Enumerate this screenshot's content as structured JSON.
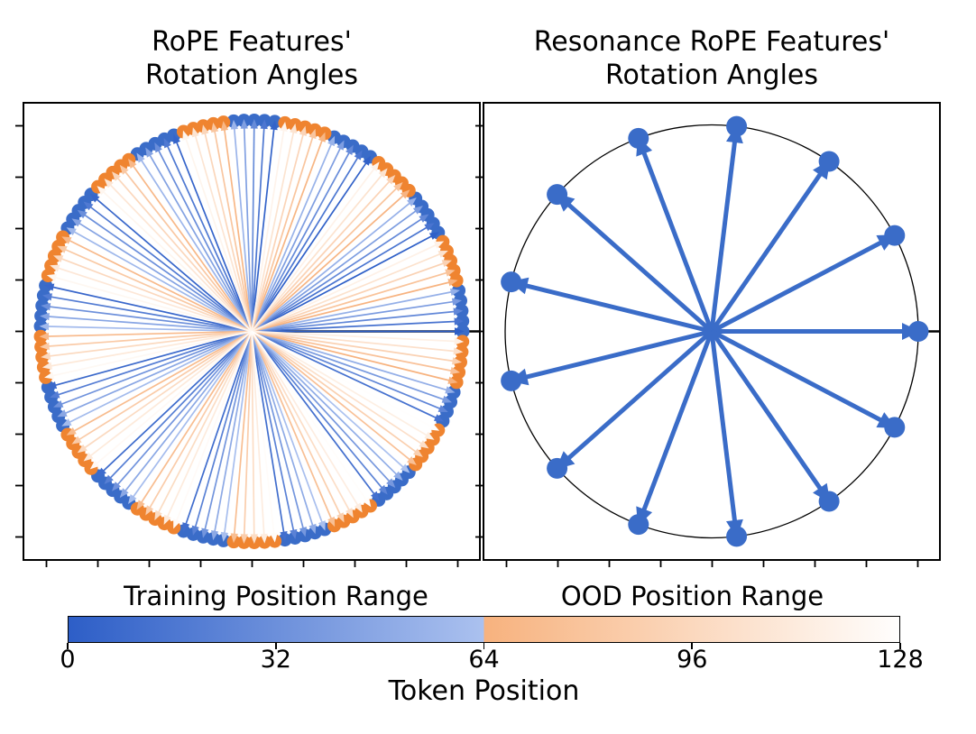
{
  "chart_data": [
    {
      "type": "quiver-circle",
      "panel": "rope",
      "title": "RoPE Features'\nRotation Angles",
      "n_positions": 129,
      "position_min": 0,
      "position_max": 128,
      "training_range": [
        0,
        64
      ],
      "ood_range": [
        64,
        128
      ],
      "angle_step_deg": 27.907,
      "wavelength_tokens": 12.9,
      "reference_angle_deg": 0,
      "axis_tick_labels": "none"
    },
    {
      "type": "quiver-circle",
      "panel": "resonance",
      "title": "Resonance RoPE Features'\nRotation Angles",
      "n_positions": 129,
      "position_min": 0,
      "position_max": 128,
      "wavelength_tokens": 13,
      "angles_deg": [
        0,
        27.69,
        55.38,
        83.08,
        110.77,
        138.46,
        166.15,
        193.85,
        221.54,
        249.23,
        276.92,
        304.62,
        332.31
      ],
      "reference_angle_deg": 0,
      "axis_tick_labels": "none"
    },
    {
      "type": "colorbar",
      "title_training": "Training Position Range",
      "title_ood": "OOD Position Range",
      "xlabel": "Token Position",
      "tick_labels": [
        0,
        32,
        64,
        96,
        128
      ],
      "range": [
        0,
        128
      ],
      "boundary": 64
    }
  ],
  "colors": {
    "training_dot_blue": "#3a6cc8",
    "ood_dot_orange": "#ef8430",
    "train_cmap_start": "#2d5ec7",
    "train_cmap_end": "#abc1ef",
    "ood_cmap_start": "#f7b27e",
    "ood_cmap_end": "#fffefd",
    "arrow_blue": "#3a6cc8",
    "axis_black": "#000000"
  }
}
